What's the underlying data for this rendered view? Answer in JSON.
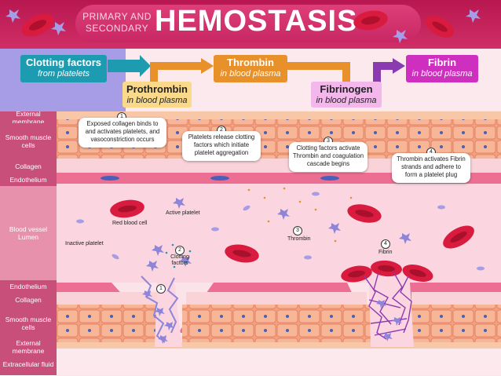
{
  "title": {
    "prefix": "PRIMARY AND SECONDARY",
    "main": "HEMOSTASIS"
  },
  "colors": {
    "banner": "#c82763",
    "teal": "#1d9bb0",
    "orange": "#e8912a",
    "purple": "#8a3bb0",
    "magenta": "#cf2fbf",
    "lavender": "#a79ce6"
  },
  "flow": {
    "clotting": {
      "title": "Clotting factors",
      "sub": "from platelets"
    },
    "prothrombin": {
      "title": "Prothrombin",
      "sub": "in blood plasma"
    },
    "thrombin": {
      "title": "Thrombin",
      "sub": "in blood plasma"
    },
    "fibrinogen": {
      "title": "Fibrinogen",
      "sub": "in blood plasma"
    },
    "fibrin": {
      "title": "Fibrin",
      "sub": "in blood plasma"
    }
  },
  "layers": [
    "External membrane",
    "Smooth muscle cells",
    "Collagen",
    "Endothelium",
    "Blood vessel Lumen",
    "Endothelium",
    "Collagen",
    "Smooth muscle cells",
    "External membrane",
    "Extracellular fluid"
  ],
  "steps": [
    {
      "num": "1",
      "text": "Exposed collagen binds to and activates platelets, and vasoconstriction occurs"
    },
    {
      "num": "2",
      "text": "Platelets release clotting factors which initiate platelet aggregation"
    },
    {
      "num": "3",
      "text": "Clotting factors activate Thrombin and coagulation cascade begins"
    },
    {
      "num": "4",
      "text": "Thrombin activates Fibrin strands and adhere to form a platelet plug"
    }
  ],
  "labels": {
    "active_platelet": "Active platelet",
    "red_blood_cell": "Red blood cell",
    "inactive_platelet": "Inactive platelet",
    "clotting_factors": "Clotting factors",
    "thrombin": "Thrombin",
    "fibrin": "Fibrin"
  },
  "markers": [
    "1",
    "2",
    "3",
    "4"
  ]
}
